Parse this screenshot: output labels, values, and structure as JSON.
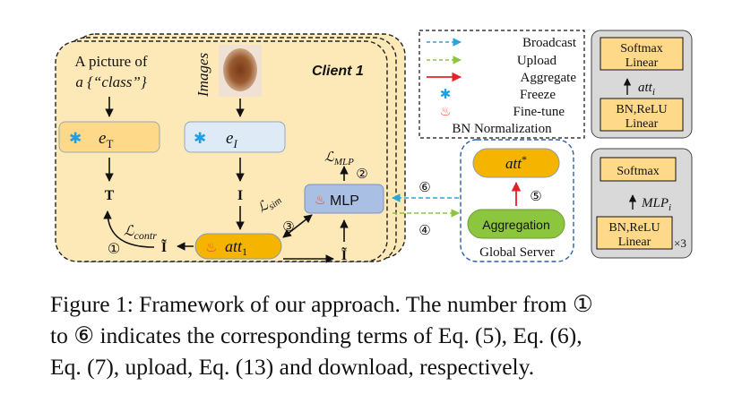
{
  "client": {
    "title": "Client 1",
    "text_prompt_line1": "A picture of",
    "text_prompt_line2": "a {“class”}",
    "images_label": "Images",
    "text_encoder": {
      "base": "e",
      "sub": "T"
    },
    "image_encoder": {
      "base": "e",
      "sub": "I"
    },
    "text_feature": "T",
    "image_feature": "I",
    "image_feature_tilde": "Ĩ",
    "image_feature_tilde_out": "Ĩ",
    "att_module": {
      "base": "att",
      "sub": "1"
    },
    "mlp_label": "MLP",
    "loss_contr": {
      "base": "ℒ",
      "sub": "contr"
    },
    "loss_sim": {
      "base": "ℒ",
      "sub": "sim"
    },
    "loss_mlp": {
      "base": "ℒ",
      "sub": "MLP"
    },
    "step1": "①",
    "step2": "②",
    "step3": "③"
  },
  "server": {
    "label": "Global Server",
    "aggregation": "Aggregation",
    "att_star": {
      "base": "att",
      "sup": "*"
    },
    "step4": "④",
    "step5": "⑤",
    "step6": "⑥"
  },
  "legend": {
    "items": [
      {
        "label": "Broadcast",
        "icon": "dashed-blue-arrow",
        "color": "#2aa5d8"
      },
      {
        "label": "Upload",
        "icon": "dashed-green-arrow",
        "color": "#8cc63f"
      },
      {
        "label": "Aggregate",
        "icon": "red-arrow",
        "color": "#e8202a"
      },
      {
        "label": "Freeze",
        "icon": "snowflake-icon",
        "color": "#1ea0e6"
      },
      {
        "label": "Fine-tune",
        "icon": "flame-icon",
        "color": "#e8442a"
      },
      {
        "label": "BN Normalization",
        "icon": "",
        "color": ""
      }
    ]
  },
  "att_detail": {
    "softmax": "Softmax",
    "linear_top": "Linear",
    "bn_relu": "BN,ReLU",
    "linear_bottom": "Linear",
    "out": {
      "base": "att",
      "sub": "i"
    }
  },
  "mlp_detail": {
    "softmax": "Softmax",
    "bn_relu": "BN,ReLU",
    "linear": "Linear",
    "out": {
      "base": "MLP",
      "sub": "i"
    },
    "repeat": "×3"
  },
  "caption": {
    "line1": "Figure 1: Framework of our approach. The number from ①",
    "line2": "to ⑥ indicates the corresponding terms of Eq. (5), Eq. (6),",
    "line3": "Eq. (7), upload, Eq. (13) and download, respectively."
  },
  "colors": {
    "client_fill": "#fde8b8",
    "text_enc_fill": "#ffd98a",
    "img_enc_fill": "#deebf7",
    "att_fill": "#f5b400",
    "mlp_fill": "#a9bfe3",
    "server_att_fill": "#f5b400",
    "aggregation_fill": "#8cc63f",
    "detail_box": "#d9d9d9",
    "detail_layer": "#ffd98a"
  }
}
